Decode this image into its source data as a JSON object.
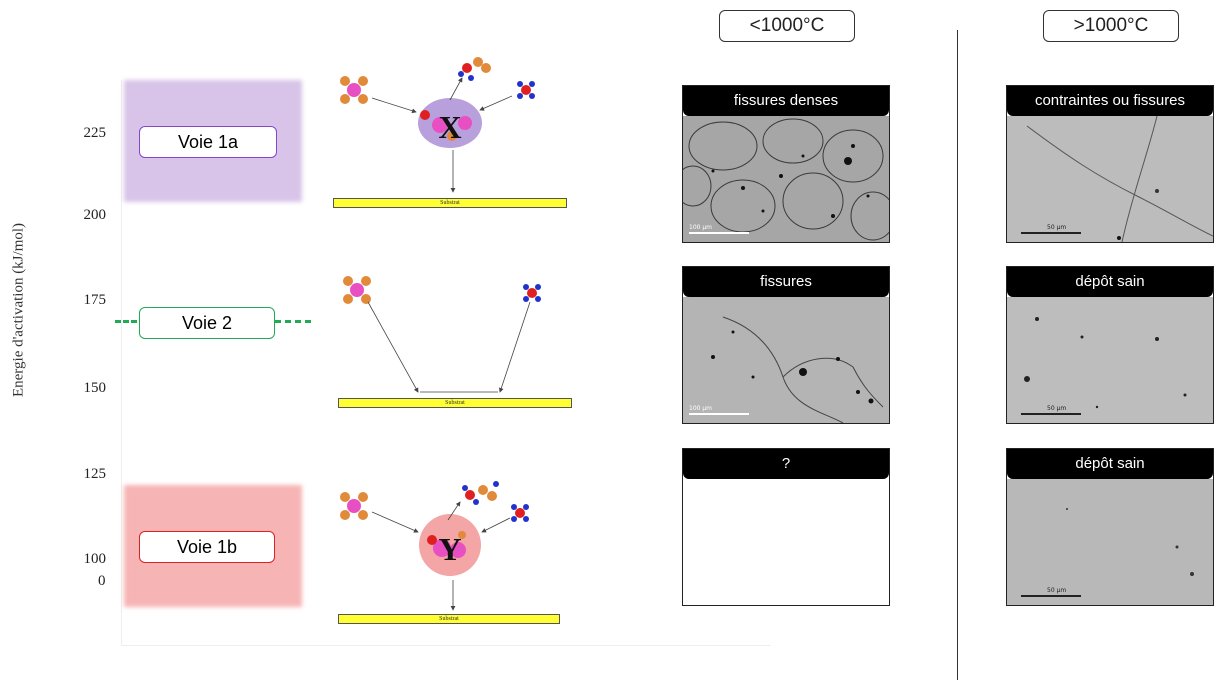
{
  "axis": {
    "ylabel": "Energie d'activation  (kJ/mol)",
    "ticks": [
      "225",
      "200",
      "175",
      "150",
      "125",
      "100"
    ],
    "origin": "0"
  },
  "voies": {
    "voie1a": {
      "label": "Voie 1a",
      "color": "#8a44c8",
      "band": "#d8c4e8"
    },
    "voie2": {
      "label": "Voie 2",
      "color": "#22aa55"
    },
    "voie1b": {
      "label": "Voie 1b",
      "color": "#dd2222",
      "band": "#f7b4b4"
    }
  },
  "schemes": {
    "intermediate_1a": "X",
    "intermediate_1b": "Y",
    "substrate_label": "Substrat"
  },
  "columns": {
    "low_temp": "<1000°C",
    "high_temp": ">1000°C"
  },
  "panels": {
    "low": [
      {
        "caption": "fissures denses",
        "scale": "100 µm"
      },
      {
        "caption": "fissures",
        "scale": "100 µm"
      },
      {
        "caption": "?"
      }
    ],
    "high": [
      {
        "caption": "contraintes ou fissures",
        "scale": "50 µm"
      },
      {
        "caption": "dépôt sain",
        "scale": "50 µm"
      },
      {
        "caption": "dépôt sain",
        "scale": "50 µm"
      }
    ]
  }
}
